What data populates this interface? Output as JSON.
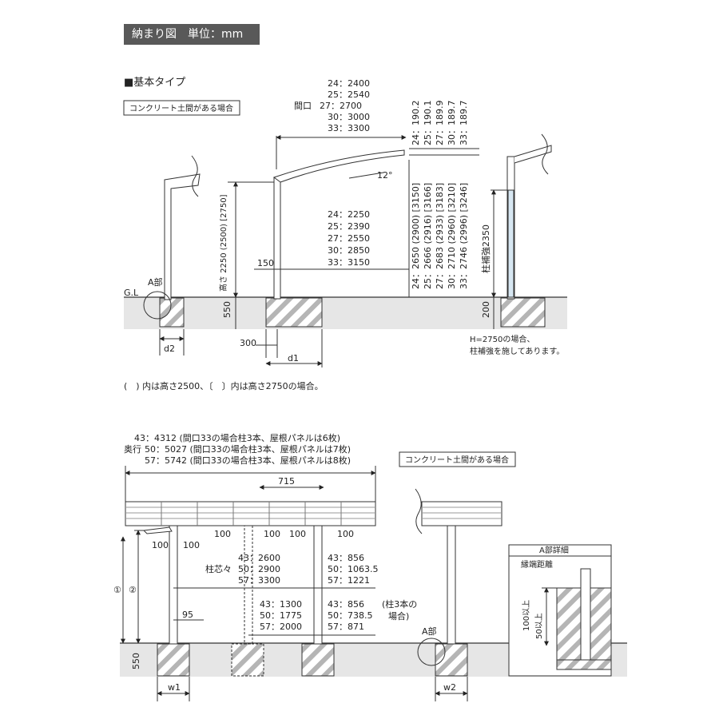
{
  "header": {
    "title": "納まり図　単位：mm"
  },
  "section_basic": {
    "title": "■基本タイプ",
    "concrete_note": "コンクリート土間がある場合"
  },
  "frontage": {
    "label": "間口",
    "lines": [
      "24：2400",
      "25：2540",
      "27：2700",
      "30：3000",
      "33：3300"
    ],
    "angle": "12°"
  },
  "rise_values": [
    "24：190.2",
    "25：190.1",
    "27：189.9",
    "30：189.7",
    "33：189.7"
  ],
  "post_spacing": [
    "24：2250",
    "25：2390",
    "27：2550",
    "30：2850",
    "33：3150"
  ],
  "height_values": [
    "24：2650 (2900) [3150]",
    "25：2666 (2916) [3166]",
    "27：2683 (2933) [3183]",
    "30：2710 (2960) [3210]",
    "33：2746 (2996) [3246]"
  ],
  "front_view_labels": {
    "height": "高さ 2250 (2500) [2750]",
    "depth_550": "550",
    "offset_150": "150",
    "offset_300": "300",
    "d1": "d1",
    "d2": "d2",
    "a_part": "A部",
    "gl": "G.L",
    "reinforcement": "柱補強2350",
    "reinforcement_200": "200",
    "reinforcement_note_1": "H=2750の場合、",
    "reinforcement_note_2": "柱補強を施してあります。"
  },
  "paren_note": "(　) 内は高さ2500、〔　〕内は高さ2750の場合。",
  "side_view": {
    "depth_label": "奥行",
    "depth_lines": [
      "43：4312 (間口33の場合柱3本、屋根パネルは6枚)",
      "50：5027 (間口33の場合柱3本、屋根パネルは7枚)",
      "57：5742 (間口33の場合柱3本、屋根パネルは8枚)"
    ],
    "concrete_note": "コンクリート土間がある場合",
    "dim_715": "715",
    "dim_100": "100",
    "post_pitch_label": "柱芯々",
    "post_pitch": [
      "43：2600",
      "50：2900",
      "57：3300"
    ],
    "overhang": [
      "43：856",
      "50：1063.5",
      "57：1221"
    ],
    "post_pitch_3": [
      "43：1300",
      "50：1775",
      "57：2000"
    ],
    "overhang_3": [
      "43：856",
      "50：738.5",
      "57：871"
    ],
    "three_post_note": [
      "(柱3本の",
      "場合)"
    ],
    "dim_95": "95",
    "dim_550": "550",
    "circle_1": "①",
    "circle_2": "②",
    "w1": "w1",
    "w2": "w2",
    "a_part": "A部"
  },
  "detail": {
    "title": "A部詳細",
    "edge_distance": "縁端距離",
    "min_100": "100以上",
    "min_50": "50以上"
  }
}
